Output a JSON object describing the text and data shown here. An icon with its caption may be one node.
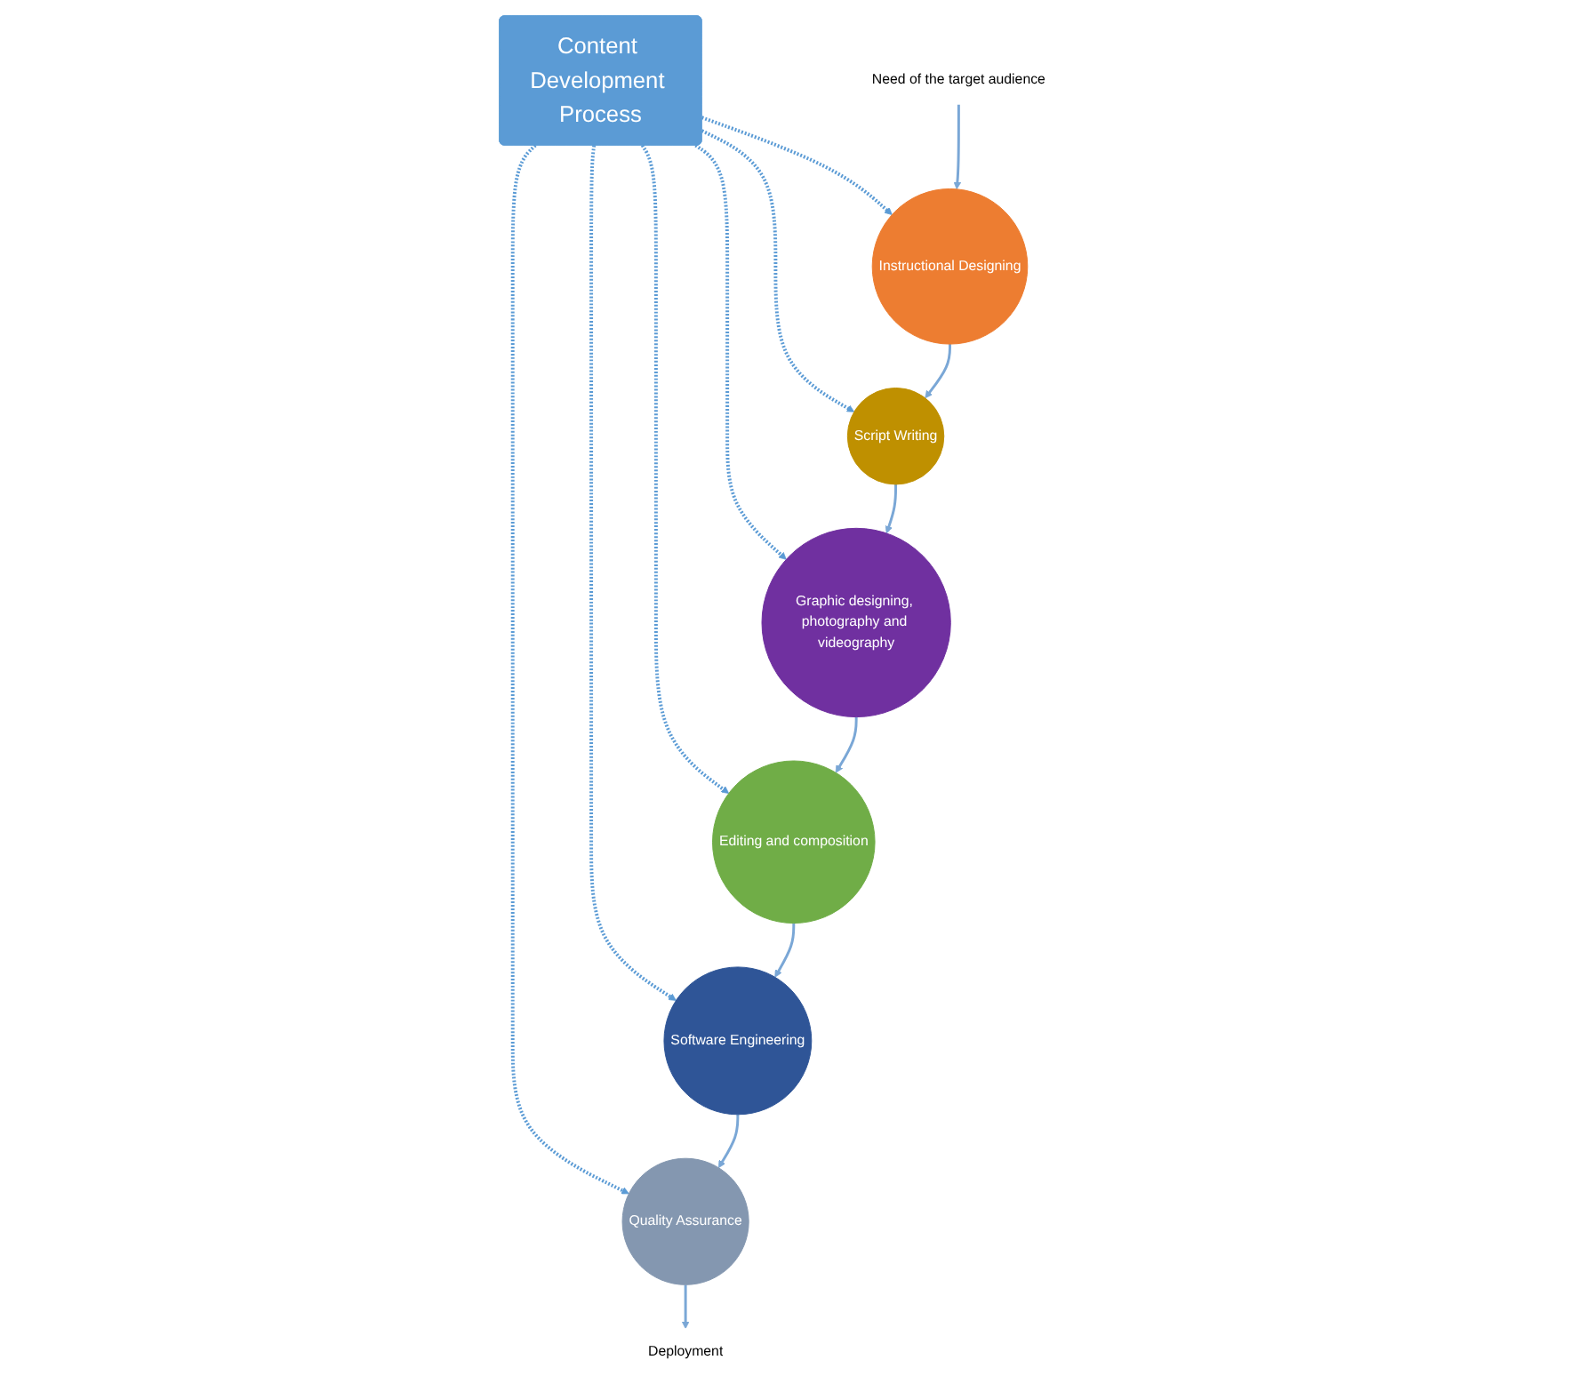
{
  "diagram": {
    "nodes": [
      {
        "text": [
          "Content Development Process"
        ]
      },
      {
        "text": [
          "Instructional Designing"
        ]
      },
      {
        "text": [
          "Script Writing"
        ]
      },
      {
        "text": [
          "Graphic designing, photography and videography"
        ]
      },
      {
        "text": [
          "Editing and composition"
        ]
      },
      {
        "text": [
          "Software Engineering"
        ]
      },
      {
        "text": [
          "Quality Assurance"
        ]
      },
      {
        "text": [
          "Need of the target audience"
        ]
      },
      {
        "text": [
          "Deployment"
        ]
      }
    ],
    "edges": [
      {
        "from": 0,
        "to": 1,
        "arrow": "to",
        "style": "dashed"
      },
      {
        "from": 0,
        "to": 2,
        "arrow": "to",
        "style": "dashed"
      },
      {
        "from": 0,
        "to": 3,
        "arrow": "to",
        "style": "dashed"
      },
      {
        "from": 0,
        "to": 4,
        "arrow": "to",
        "style": "dashed"
      },
      {
        "from": 0,
        "to": 5,
        "arrow": "to",
        "style": "dashed"
      },
      {
        "from": 0,
        "to": 6,
        "arrow": "to",
        "style": "dashed"
      },
      {
        "from": 7,
        "to": 1,
        "arrow": "to"
      },
      {
        "from": 1,
        "to": 2,
        "arrow": "to"
      },
      {
        "from": 2,
        "to": 3,
        "arrow": "to"
      },
      {
        "from": 3,
        "to": 4,
        "arrow": "to"
      },
      {
        "from": 4,
        "to": 5,
        "arrow": "to"
      },
      {
        "from": 5,
        "to": 6,
        "arrow": "to"
      },
      {
        "from": 6,
        "to": 8,
        "arrow": "to"
      }
    ]
  }
}
